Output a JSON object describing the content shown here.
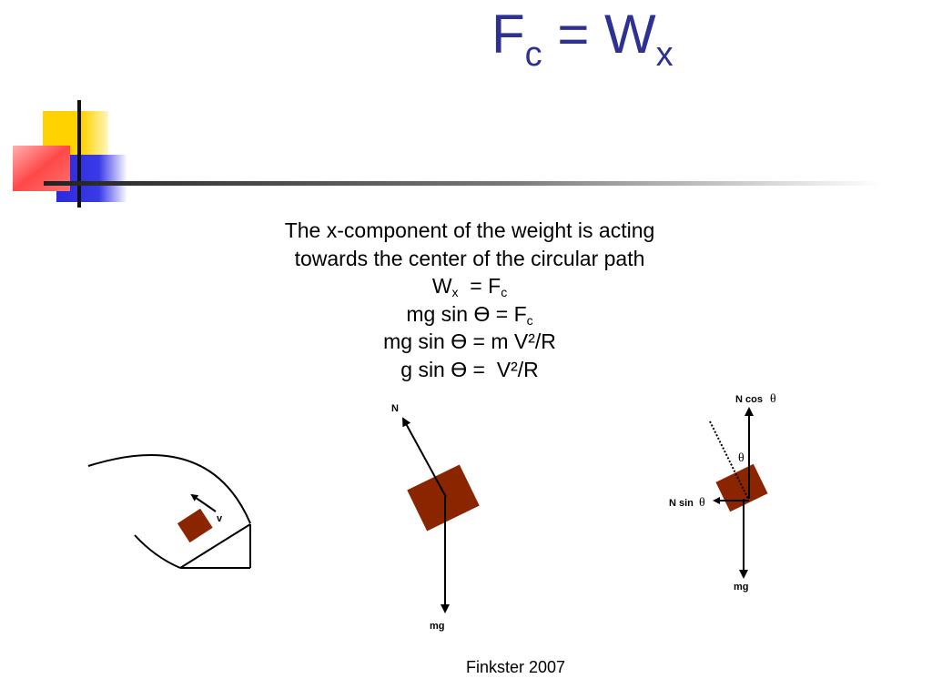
{
  "slide": {
    "title": {
      "main": "F",
      "main_sub": "c",
      "eq": " = W",
      "eq_sub": "x"
    },
    "colors": {
      "title": "#2e3192",
      "block": "#8b2500",
      "deco_yellow": "#ffd200",
      "deco_blue": "#3030e0",
      "deco_red": "#ff4040"
    },
    "body": {
      "line1": "The x-component of the weight is acting",
      "line2": "towards the center of the circular path",
      "line3": {
        "a": "W",
        "a_sub": "x",
        "b": "  = F",
        "b_sub": "c"
      },
      "line4": {
        "a": "mg sin Ɵ = F",
        "a_sub": "c"
      },
      "line5": "mg sin Ɵ = m V²/R",
      "line6": "g sin Ɵ =  V²/R"
    },
    "diagram1": {
      "velocity_label": "v"
    },
    "diagram2": {
      "normal_label": "N",
      "weight_label": "mg"
    },
    "diagram3": {
      "ncos_label": "N cos",
      "nsin_label": "N sin",
      "theta": "θ",
      "weight_label": "mg"
    },
    "footer": "Finkster 2007"
  }
}
